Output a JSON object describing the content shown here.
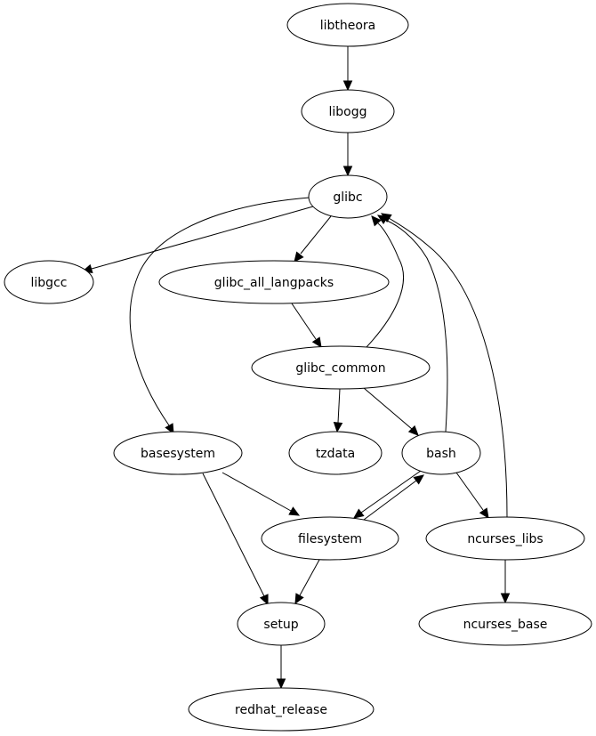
{
  "diagram": {
    "type": "directed-graph",
    "nodes": [
      {
        "id": "libtheora",
        "label": "libtheora"
      },
      {
        "id": "libogg",
        "label": "libogg"
      },
      {
        "id": "glibc",
        "label": "glibc"
      },
      {
        "id": "libgcc",
        "label": "libgcc"
      },
      {
        "id": "glibc_all_langpacks",
        "label": "glibc_all_langpacks"
      },
      {
        "id": "glibc_common",
        "label": "glibc_common"
      },
      {
        "id": "basesystem",
        "label": "basesystem"
      },
      {
        "id": "tzdata",
        "label": "tzdata"
      },
      {
        "id": "bash",
        "label": "bash"
      },
      {
        "id": "filesystem",
        "label": "filesystem"
      },
      {
        "id": "ncurses_libs",
        "label": "ncurses_libs"
      },
      {
        "id": "setup",
        "label": "setup"
      },
      {
        "id": "ncurses_base",
        "label": "ncurses_base"
      },
      {
        "id": "redhat_release",
        "label": "redhat_release"
      }
    ],
    "edges": [
      {
        "from": "libtheora",
        "to": "libogg"
      },
      {
        "from": "libogg",
        "to": "glibc"
      },
      {
        "from": "glibc",
        "to": "libgcc"
      },
      {
        "from": "glibc",
        "to": "glibc_all_langpacks"
      },
      {
        "from": "glibc",
        "to": "basesystem"
      },
      {
        "from": "glibc_all_langpacks",
        "to": "glibc_common"
      },
      {
        "from": "glibc_common",
        "to": "glibc"
      },
      {
        "from": "glibc_common",
        "to": "tzdata"
      },
      {
        "from": "glibc_common",
        "to": "bash"
      },
      {
        "from": "bash",
        "to": "glibc"
      },
      {
        "from": "bash",
        "to": "filesystem"
      },
      {
        "from": "bash",
        "to": "ncurses_libs"
      },
      {
        "from": "filesystem",
        "to": "bash"
      },
      {
        "from": "ncurses_libs",
        "to": "glibc"
      },
      {
        "from": "ncurses_libs",
        "to": "ncurses_base"
      },
      {
        "from": "basesystem",
        "to": "filesystem"
      },
      {
        "from": "basesystem",
        "to": "setup"
      },
      {
        "from": "filesystem",
        "to": "setup"
      },
      {
        "from": "setup",
        "to": "redhat_release"
      }
    ]
  }
}
